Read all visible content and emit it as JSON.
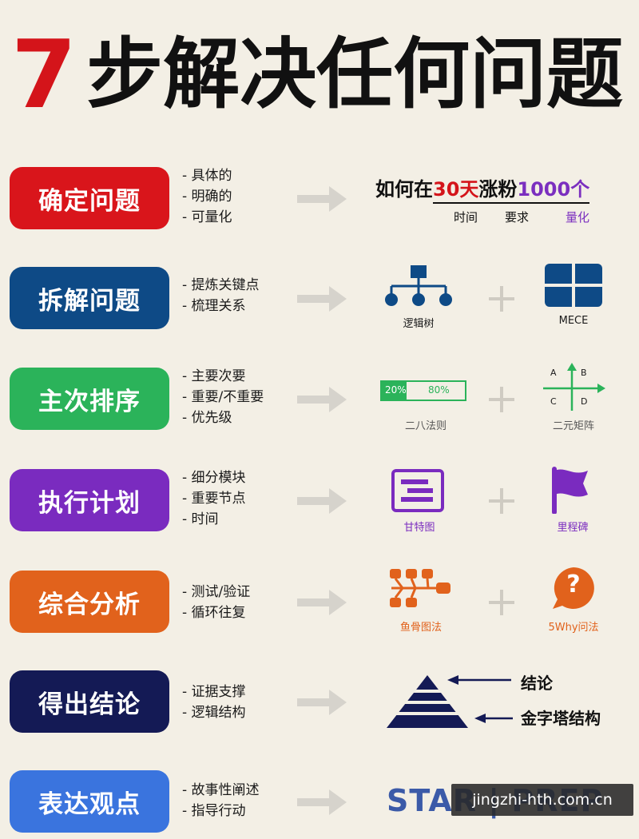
{
  "title": {
    "number": "7",
    "text": "步解决任何问题"
  },
  "steps": [
    {
      "label": "确定问题",
      "color": "#d9151b",
      "bullets": [
        "- 具体的",
        "- 明确的",
        "- 可量化"
      ]
    },
    {
      "label": "拆解问题",
      "color": "#0e4a86",
      "bullets": [
        "- 提炼关键点",
        "- 梳理关系"
      ]
    },
    {
      "label": "主次排序",
      "color": "#2bb35a",
      "bullets": [
        "- 主要次要",
        "- 重要/不重要",
        "- 优先级"
      ]
    },
    {
      "label": "执行计划",
      "color": "#7a2bbf",
      "bullets": [
        "- 细分模块",
        "- 重要节点",
        "- 时间"
      ]
    },
    {
      "label": "综合分析",
      "color": "#e1621c",
      "bullets": [
        "- 测试/验证",
        "- 循环往复"
      ]
    },
    {
      "label": "得出结论",
      "color": "#141a55",
      "bullets": [
        "- 证据支撑",
        "- 逻辑结构"
      ]
    },
    {
      "label": "表达观点",
      "color": "#3a74de",
      "bullets": [
        "- 故事性阐述",
        "- 指导行动"
      ]
    }
  ],
  "goal": {
    "prefix": "如何在",
    "time_value": "30天",
    "middle": "涨粉",
    "count_value": "1000个",
    "time_caption": "时间",
    "middle_caption": "要求",
    "count_caption": "量化"
  },
  "step2": {
    "left_caption": "逻辑树",
    "right_caption": "MECE"
  },
  "step3": {
    "bar_left": "20%",
    "bar_right": "80%",
    "bar_fill_fraction": 0.3,
    "left_caption": "二八法则",
    "right_caption": "二元矩阵",
    "quad": [
      "A",
      "B",
      "C",
      "D"
    ]
  },
  "step4": {
    "left_caption": "甘特图",
    "right_caption": "里程碑"
  },
  "step5": {
    "left_caption": "鱼骨图法",
    "right_caption": "5Why问法",
    "question_mark": "?"
  },
  "step6": {
    "top_label": "结论",
    "bottom_label": "金字塔结构"
  },
  "step7": {
    "visible_text": "STAR | PREP"
  },
  "watermark": "jingzhi-hth.com.cn",
  "colors": {
    "accent_red": "#d4141a",
    "purple": "#7b2fbf",
    "navy": "#0e4a86",
    "green": "#2bb35a",
    "orange": "#e1621c",
    "arrow_gray": "#cfcfcf"
  }
}
